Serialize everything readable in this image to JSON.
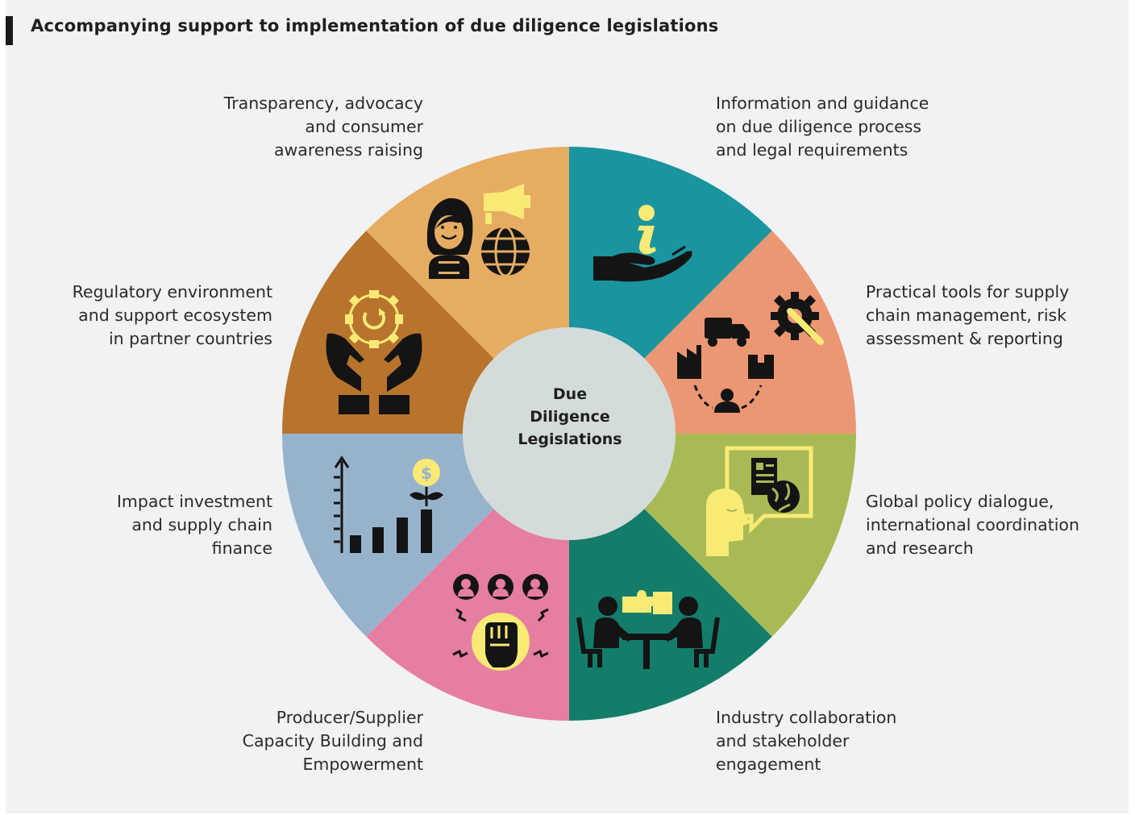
{
  "title": "Accompanying support to implementation of due diligence legislations",
  "center": {
    "lines": [
      "Due",
      "Diligence",
      "Legislations"
    ]
  },
  "segments": [
    {
      "id": "information",
      "color": "#1a949f",
      "icon": "information-hand-icon",
      "label_lines": [
        "Information and guidance",
        "on due diligence process",
        "and legal requirements"
      ]
    },
    {
      "id": "tools",
      "color": "#ec9774",
      "icon": "supply-chain-gear-icon",
      "label_lines": [
        "Practical tools for supply",
        "chain management, risk",
        "assessment & reporting"
      ]
    },
    {
      "id": "policy",
      "color": "#a8ba55",
      "icon": "dialogue-research-icon",
      "label_lines": [
        "Global policy dialogue,",
        "international coordination",
        "and research"
      ]
    },
    {
      "id": "industry",
      "color": "#137d69",
      "icon": "collaboration-meeting-icon",
      "label_lines": [
        "Industry collaboration",
        "and stakeholder",
        "engagement"
      ]
    },
    {
      "id": "producer",
      "color": "#e67ea2",
      "icon": "empowerment-fist-icon",
      "label_lines": [
        "Producer/Supplier",
        "Capacity Building and",
        "Empowerment"
      ]
    },
    {
      "id": "impact",
      "color": "#97b3cc",
      "icon": "growth-chart-icon",
      "label_lines": [
        "Impact investment",
        "and supply chain",
        "finance"
      ]
    },
    {
      "id": "regulatory",
      "color": "#b8742d",
      "icon": "hands-gear-icon",
      "label_lines": [
        "Regulatory environment",
        "and support ecosystem",
        "in partner countries"
      ]
    },
    {
      "id": "transparency",
      "color": "#e6ad62",
      "icon": "advocacy-megaphone-icon",
      "label_lines": [
        "Transparency, advocacy",
        "and consumer",
        "awareness raising"
      ]
    }
  ],
  "colors": {
    "center_fill": "#d4dcdb",
    "icon_dark": "#141414",
    "icon_yellow": "#f8ea74",
    "background": "#f1f2f3"
  }
}
